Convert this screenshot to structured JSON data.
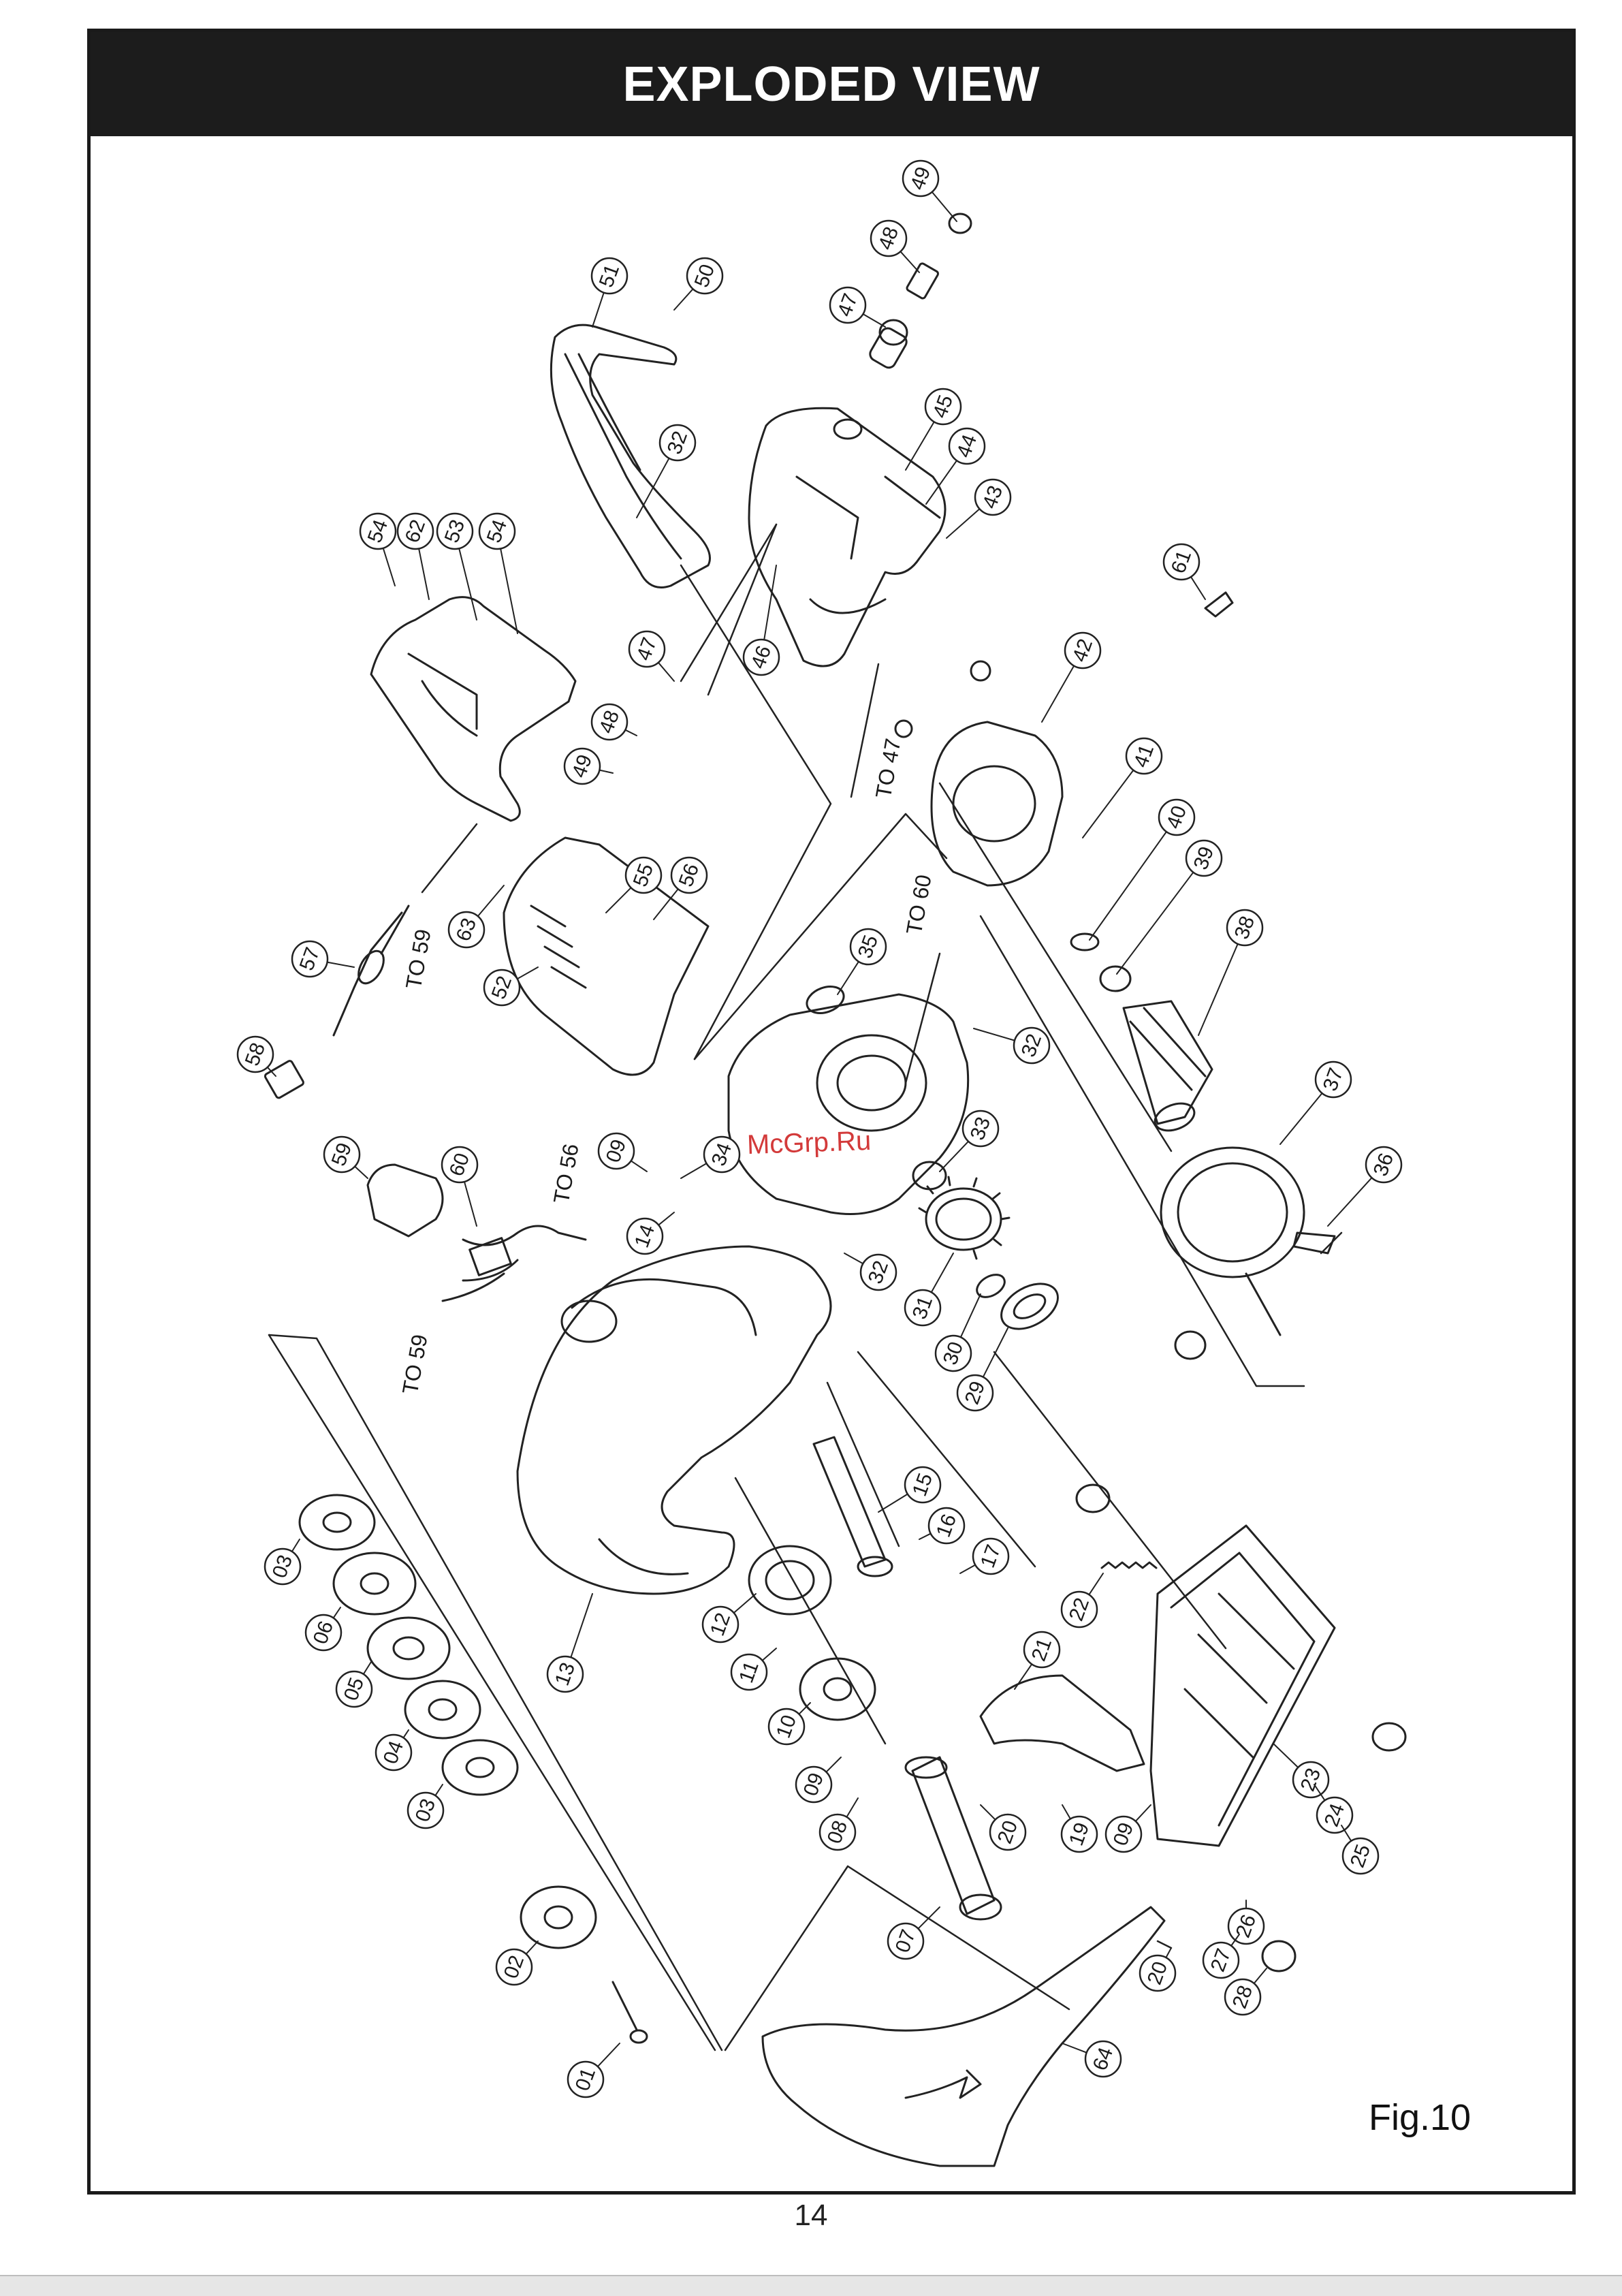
{
  "header": {
    "title": "EXPLODED VIEW"
  },
  "figure": {
    "label": "Fig.10"
  },
  "page": {
    "number": "14"
  },
  "watermark": "McGrp.Ru",
  "callouts": [
    {
      "id": "49a",
      "text": "49"
    },
    {
      "id": "50",
      "text": "50"
    },
    {
      "id": "51",
      "text": "51"
    },
    {
      "id": "48a",
      "text": "48"
    },
    {
      "id": "47a",
      "text": "47"
    },
    {
      "id": "45",
      "text": "45"
    },
    {
      "id": "44",
      "text": "44"
    },
    {
      "id": "43",
      "text": "43"
    },
    {
      "id": "32a",
      "text": "32"
    },
    {
      "id": "54a",
      "text": "54"
    },
    {
      "id": "62",
      "text": "62"
    },
    {
      "id": "53",
      "text": "53"
    },
    {
      "id": "54b",
      "text": "54"
    },
    {
      "id": "61",
      "text": "61"
    },
    {
      "id": "42",
      "text": "42"
    },
    {
      "id": "46",
      "text": "46"
    },
    {
      "id": "47b",
      "text": "47"
    },
    {
      "id": "48b",
      "text": "48"
    },
    {
      "id": "49b",
      "text": "49"
    },
    {
      "id": "41",
      "text": "41"
    },
    {
      "id": "40",
      "text": "40"
    },
    {
      "id": "39",
      "text": "39"
    },
    {
      "id": "55",
      "text": "55"
    },
    {
      "id": "56",
      "text": "56"
    },
    {
      "id": "63",
      "text": "63"
    },
    {
      "id": "57",
      "text": "57"
    },
    {
      "id": "52",
      "text": "52"
    },
    {
      "id": "38",
      "text": "38"
    },
    {
      "id": "35",
      "text": "35"
    },
    {
      "id": "58",
      "text": "58"
    },
    {
      "id": "32b",
      "text": "32"
    },
    {
      "id": "37",
      "text": "37"
    },
    {
      "id": "59",
      "text": "59"
    },
    {
      "id": "60",
      "text": "60"
    },
    {
      "id": "09a",
      "text": "09"
    },
    {
      "id": "34",
      "text": "34"
    },
    {
      "id": "33",
      "text": "33"
    },
    {
      "id": "36",
      "text": "36"
    },
    {
      "id": "14",
      "text": "14"
    },
    {
      "id": "32c",
      "text": "32"
    },
    {
      "id": "31",
      "text": "31"
    },
    {
      "id": "30",
      "text": "30"
    },
    {
      "id": "29",
      "text": "29"
    },
    {
      "id": "15",
      "text": "15"
    },
    {
      "id": "16",
      "text": "16"
    },
    {
      "id": "03a",
      "text": "03"
    },
    {
      "id": "17",
      "text": "17"
    },
    {
      "id": "22",
      "text": "22"
    },
    {
      "id": "06",
      "text": "06"
    },
    {
      "id": "12",
      "text": "12"
    },
    {
      "id": "21",
      "text": "21"
    },
    {
      "id": "05",
      "text": "05"
    },
    {
      "id": "11",
      "text": "11"
    },
    {
      "id": "13",
      "text": "13"
    },
    {
      "id": "04",
      "text": "04"
    },
    {
      "id": "10",
      "text": "10"
    },
    {
      "id": "23",
      "text": "23"
    },
    {
      "id": "09b",
      "text": "09"
    },
    {
      "id": "03b",
      "text": "03"
    },
    {
      "id": "20a",
      "text": "20"
    },
    {
      "id": "19",
      "text": "19"
    },
    {
      "id": "09c",
      "text": "09"
    },
    {
      "id": "24",
      "text": "24"
    },
    {
      "id": "08",
      "text": "08"
    },
    {
      "id": "25",
      "text": "25"
    },
    {
      "id": "07",
      "text": "07"
    },
    {
      "id": "26",
      "text": "26"
    },
    {
      "id": "02",
      "text": "02"
    },
    {
      "id": "27",
      "text": "27"
    },
    {
      "id": "20b",
      "text": "20"
    },
    {
      "id": "28",
      "text": "28"
    },
    {
      "id": "64",
      "text": "64"
    },
    {
      "id": "01",
      "text": "01"
    }
  ],
  "references": [
    {
      "id": "to47",
      "text": "TO 47"
    },
    {
      "id": "to60",
      "text": "TO 60"
    },
    {
      "id": "to59a",
      "text": "TO 59"
    },
    {
      "id": "to56",
      "text": "TO 56"
    },
    {
      "id": "to59b",
      "text": "TO 59"
    }
  ]
}
